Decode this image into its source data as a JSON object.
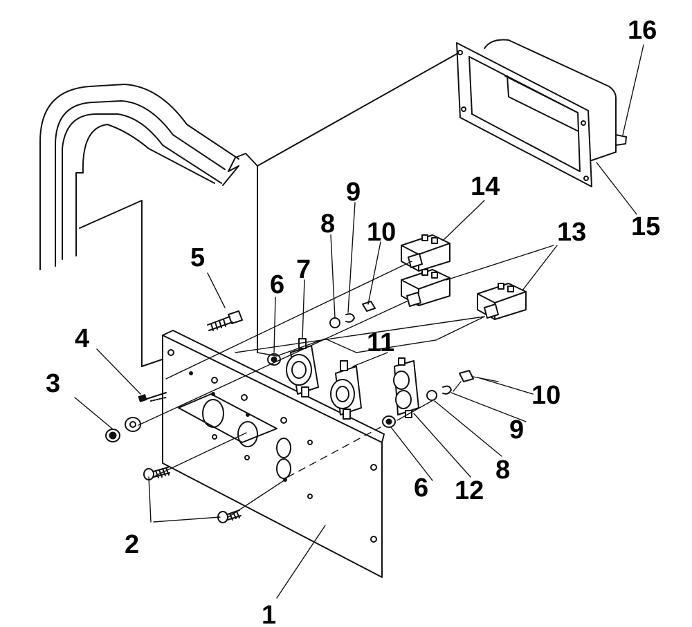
{
  "callouts": [
    {
      "id": "c1",
      "text": "1"
    },
    {
      "id": "c2",
      "text": "2"
    },
    {
      "id": "c3",
      "text": "3"
    },
    {
      "id": "c4",
      "text": "4"
    },
    {
      "id": "c5",
      "text": "5"
    },
    {
      "id": "c6a",
      "text": "6"
    },
    {
      "id": "c6b",
      "text": "6"
    },
    {
      "id": "c7",
      "text": "7"
    },
    {
      "id": "c8a",
      "text": "8"
    },
    {
      "id": "c8b",
      "text": "8"
    },
    {
      "id": "c9a",
      "text": "9"
    },
    {
      "id": "c9b",
      "text": "9"
    },
    {
      "id": "c10a",
      "text": "10"
    },
    {
      "id": "c10b",
      "text": "10"
    },
    {
      "id": "c11",
      "text": "11"
    },
    {
      "id": "c12",
      "text": "12"
    },
    {
      "id": "c13",
      "text": "13"
    },
    {
      "id": "c14",
      "text": "14"
    },
    {
      "id": "c15",
      "text": "15"
    },
    {
      "id": "c16",
      "text": "16"
    }
  ]
}
